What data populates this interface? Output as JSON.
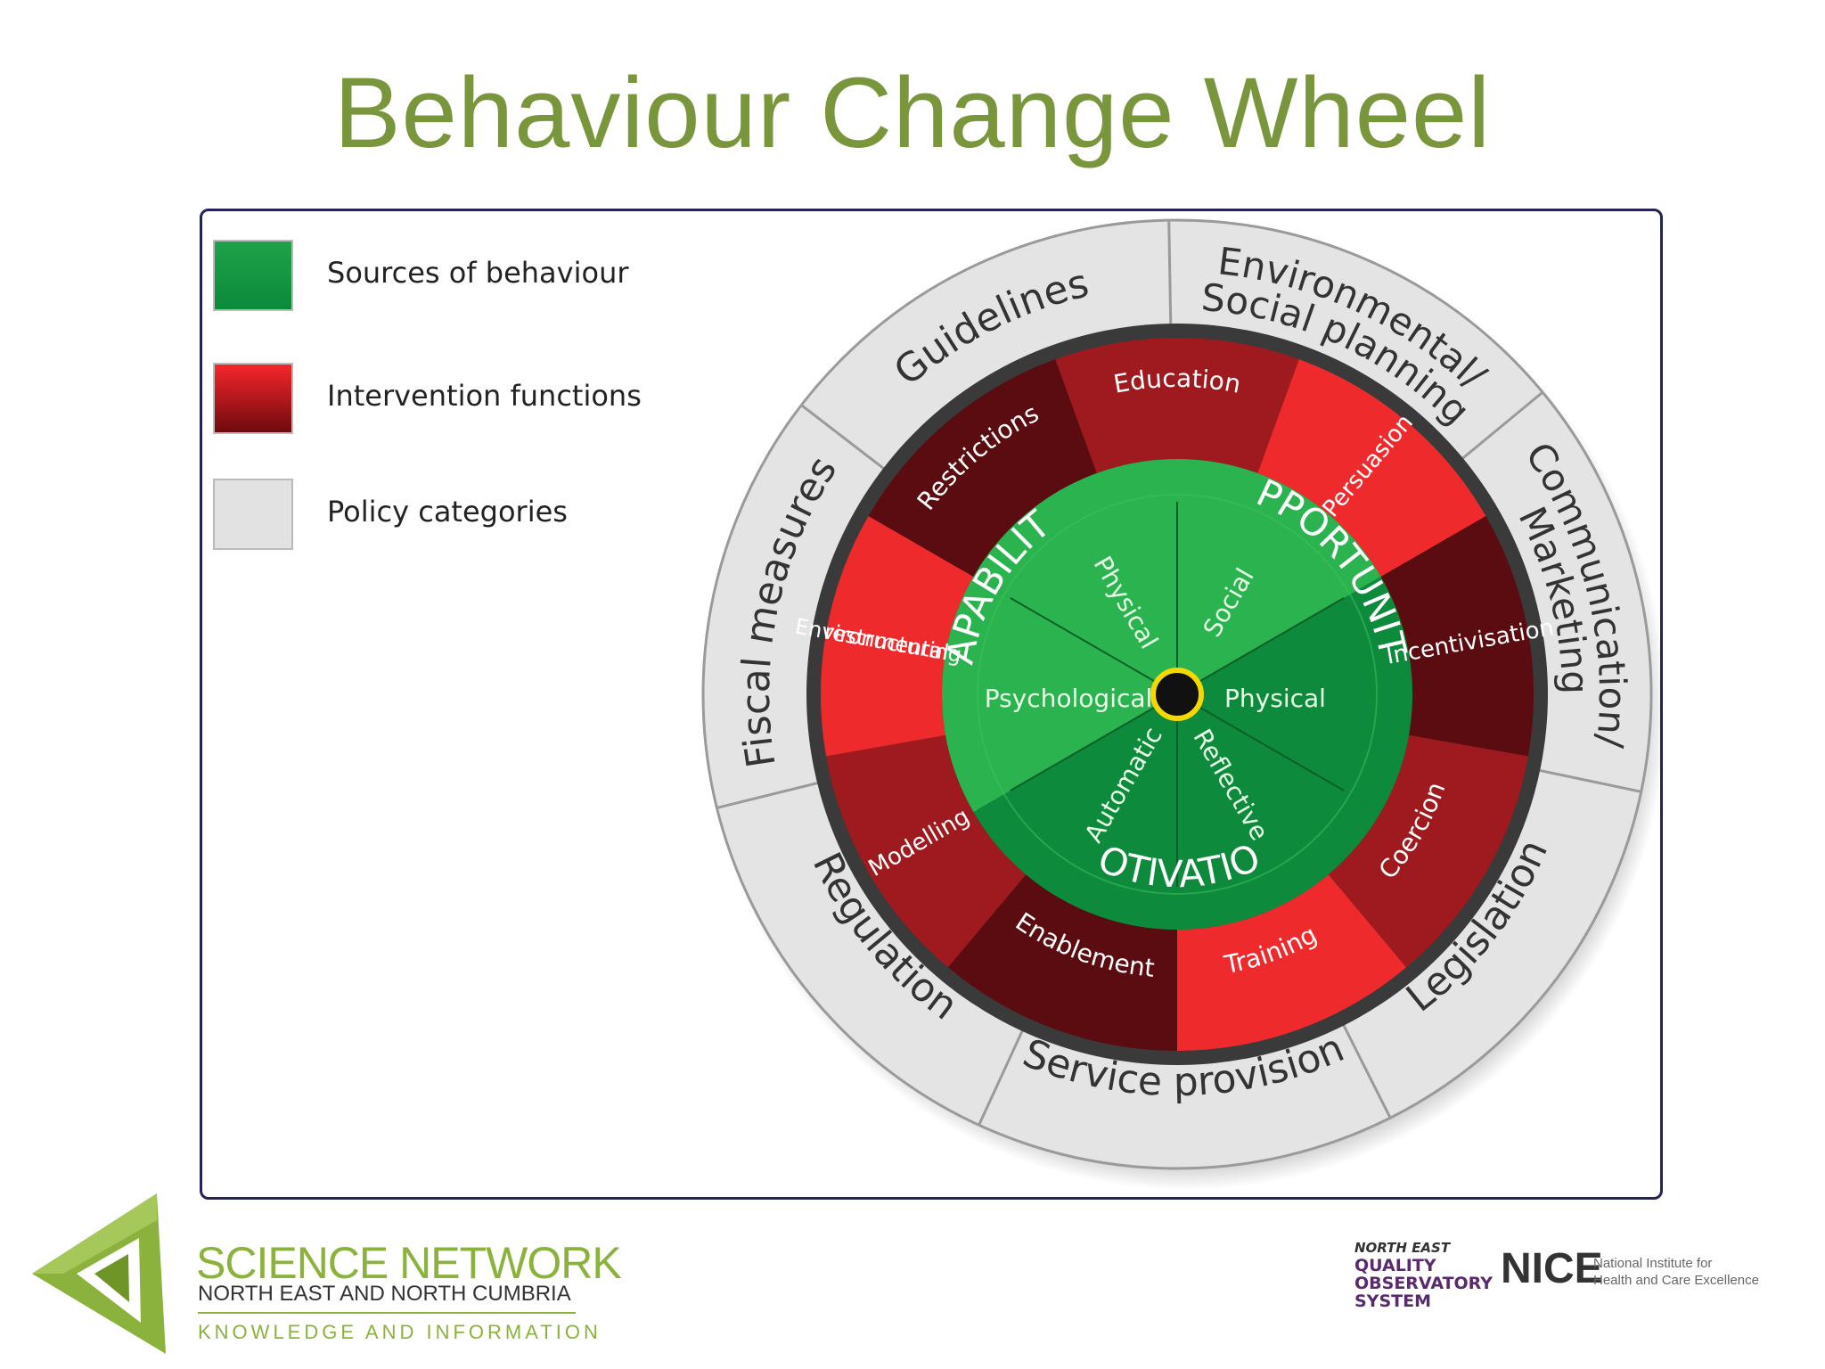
{
  "title": "Behaviour Change Wheel",
  "legend": [
    {
      "label": "Sources of behaviour",
      "color_top": "#1fa24a",
      "color_bottom": "#0b8a3a"
    },
    {
      "label": "Intervention functions",
      "color_top": "#f5262b",
      "color_bottom": "#6e0a0e"
    },
    {
      "label": "Policy categories",
      "color_top": "#e2e2e2",
      "color_bottom": "#e2e2e2"
    }
  ],
  "colors": {
    "title": "#7a963c",
    "frame_border": "#232359",
    "source_light": "#2ab34e",
    "source_dark": "#0d8a3c",
    "function_bright": "#ee2a2c",
    "function_mid": "#9e1a1e",
    "function_dark": "#5a0c10",
    "policy": "#e4e4e4",
    "hub": "#f5d800"
  },
  "wheel": {
    "sources": [
      "CAPABILITY",
      "OPPORTUNITY",
      "MOTIVATION"
    ],
    "components": [
      "Physical",
      "Social",
      "Physical",
      "Reflective",
      "Automatic",
      "Psychological"
    ],
    "functions": [
      "Education",
      "Persuasion",
      "Incentivisation",
      "Coercion",
      "Training",
      "Enablement",
      "Modelling",
      "Environmental restructuring",
      "Restrictions"
    ],
    "policies": [
      "Environmental/ Social planning",
      "Communication/ Marketing",
      "Legislation",
      "Service provision",
      "Regulation",
      "Fiscal measures",
      "Guidelines"
    ]
  },
  "footer": {
    "network_title": "SCIENCE NETWORK",
    "network_subtitle": "NORTH EAST AND NORTH CUMBRIA",
    "network_tagline": "KNOWLEDGE AND INFORMATION",
    "neqos_lines": [
      "NORTH EAST",
      "QUALITY",
      "OBSERVATORY",
      "SYSTEM"
    ],
    "nice_mark": "NICE",
    "nice_lines": [
      "National Institute for",
      "Health and Care Excellence"
    ]
  }
}
